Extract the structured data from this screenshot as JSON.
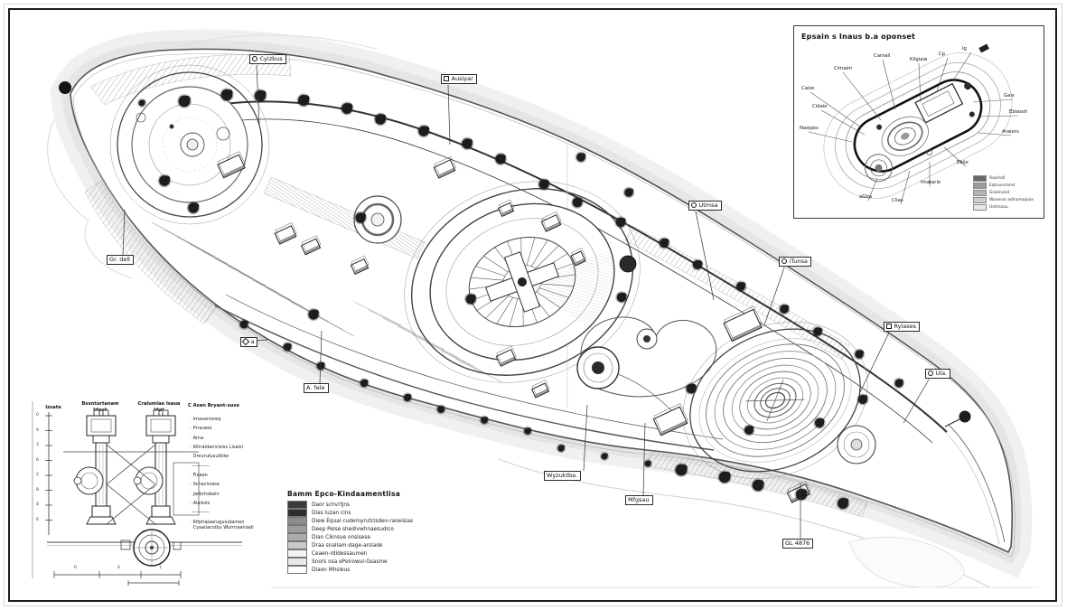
{
  "inset": {
    "title": "Epsain s Inaus b.a oponset",
    "labels": [
      "Camall",
      "Kilgiaia",
      "Cp",
      "Ig",
      "Cimaim",
      "Caise",
      "Cidaie",
      "Nasipes",
      "Gais",
      "Ebiassh",
      "Araiers",
      "Ebiie",
      "Imatarie",
      "Ciias",
      "aGba"
    ],
    "legend_items": [
      "Rasirlall",
      "Eqhsum/ansl",
      "Gsieinsisd",
      "Wanenai adinamopaia",
      "Ustrisaau"
    ]
  },
  "main_legend": {
    "title": "Bamm Epco-Kindaamentlisa",
    "items": [
      {
        "color": "#3a3a3a",
        "label": "Daor schvrtjns"
      },
      {
        "color": "#2e2e2e",
        "label": "Dias luzan cins"
      },
      {
        "color": "#8c8c8c",
        "label": "Diew Equal cudemyrutclsdev-raoeisias"
      },
      {
        "color": "#9c9c9c",
        "label": "Deep Pelse shedivwhnaesudico"
      },
      {
        "color": "#ababab",
        "label": "Dian Ciknsue onsisese"
      },
      {
        "color": "#c9c9c9",
        "label": "Draa snaliam-dage-arsiade"
      },
      {
        "color": "#f4f4f4",
        "label": "Ceaen-rdidessaumen"
      },
      {
        "color": "#e9e9e9",
        "label": "Snors osa ePeirowul-Gsasme"
      },
      {
        "color": "#fdfdfd",
        "label": "Diaon Mhsleus"
      }
    ]
  },
  "callouts": [
    {
      "icon": "pin-icon",
      "text": "Cyizbus"
    },
    {
      "icon": "box-icon",
      "text": "Ausiyar"
    },
    {
      "icon": "pin-icon",
      "text": "Utmsa"
    },
    {
      "icon": "pin-icon",
      "text": "iTunsa"
    },
    {
      "icon": "box-icon",
      "text": "Rylases"
    },
    {
      "icon": "pin-icon",
      "text": "Ula."
    },
    {
      "icon": "none",
      "text": "Wyzuktba."
    },
    {
      "icon": "none",
      "text": "Mfgsau"
    },
    {
      "icon": "none",
      "text": "GL  4876"
    },
    {
      "icon": "none",
      "text": "Gr. dell"
    },
    {
      "icon": "none",
      "text": "A. fele"
    },
    {
      "icon": "diamond-icon",
      "text": "a"
    }
  ],
  "detail": {
    "header_scale": "Izsate",
    "header_left": "Bssnturtanam\nIdask",
    "header_right": "Cralumlae Isaua\nIdat",
    "list_title": "C Asen Bryant-suse",
    "list_items": [
      "Imavenisreq",
      "Prraueia",
      "Arna",
      "Kihraidanicisiss Lisaisi",
      "Dreuruluaulikke",
      "————",
      "Fiaaan",
      "Schaciviase",
      "Jarbchsbain",
      "Aiaissis",
      "————",
      "Kifphajaaruguiudamen Cyaaiiacnibu Wurrnaaniadi"
    ],
    "ruler_ticks": [
      "0",
      "9",
      "3",
      "6",
      "2",
      "8",
      "4",
      "6"
    ],
    "dim_values": [
      "0",
      "4",
      "1"
    ]
  }
}
